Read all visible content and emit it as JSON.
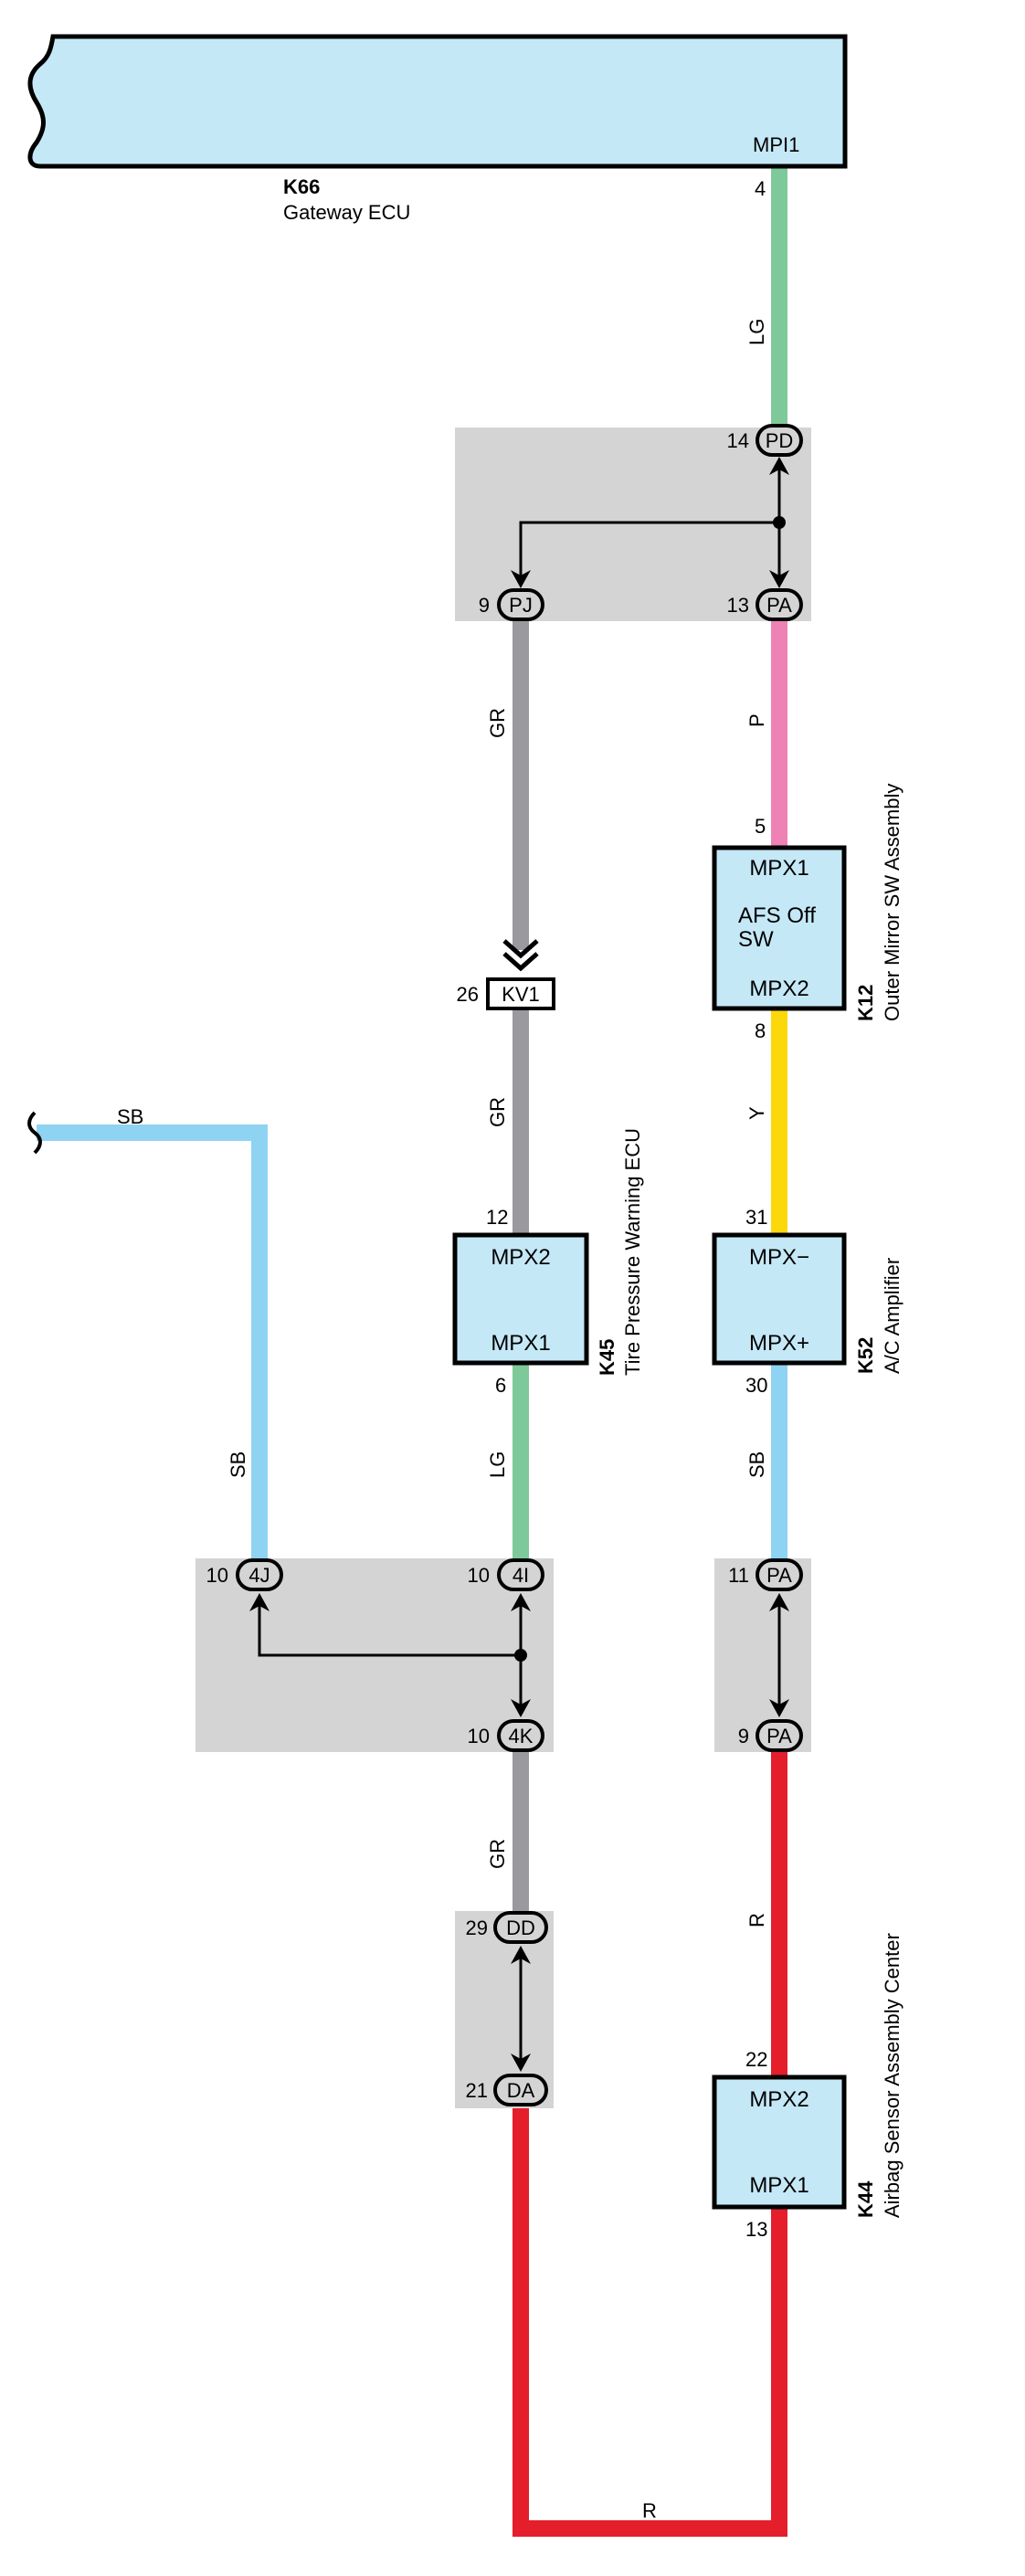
{
  "ecu": {
    "id": "K66",
    "name": "Gateway ECU",
    "pin_label": "MPI1",
    "pin": "4"
  },
  "junction_top": {
    "pd": {
      "pin": "14",
      "label": "PD"
    },
    "pj": {
      "pin": "9",
      "label": "PJ"
    },
    "pa": {
      "pin": "13",
      "label": "PA"
    }
  },
  "wires": {
    "lg_top": "LG",
    "gr_left": "GR",
    "p_right": "P",
    "gr_mid": "GR",
    "y_right": "Y",
    "sb_top": "SB",
    "sb_left": "SB",
    "lg_mid": "LG",
    "sb_right": "SB",
    "gr_low": "GR",
    "r_right": "R",
    "r_bottom": "R"
  },
  "outer_mirror": {
    "id": "K12",
    "name": "Outer Mirror SW Assembly",
    "pin_top": "5",
    "pin_bottom": "8",
    "line1": "MPX1",
    "line2": "AFS Off",
    "line3": "SW",
    "line4": "MPX2"
  },
  "kv1": {
    "pin": "26",
    "label": "KV1"
  },
  "tire_ecu": {
    "id": "K45",
    "name": "Tire Pressure Warning ECU",
    "pin_top": "12",
    "pin_bottom": "6",
    "line1": "MPX2",
    "line2": "MPX1"
  },
  "ac_amp": {
    "id": "K52",
    "name": "A/C Amplifier",
    "pin_top": "31",
    "pin_bottom": "30",
    "line1": "MPX−",
    "line2": "MPX+"
  },
  "junction_mid": {
    "j4j": {
      "pin": "10",
      "label": "4J"
    },
    "j4i": {
      "pin": "10",
      "label": "4I"
    },
    "j4k": {
      "pin": "10",
      "label": "4K"
    }
  },
  "junction_right": {
    "pa_top": {
      "pin": "11",
      "label": "PA"
    },
    "pa_bot": {
      "pin": "9",
      "label": "PA"
    }
  },
  "junction_low": {
    "dd": {
      "pin": "29",
      "label": "DD"
    },
    "da": {
      "pin": "21",
      "label": "DA"
    }
  },
  "airbag": {
    "id": "K44",
    "name": "Airbag Sensor Assembly Center",
    "pin_top": "22",
    "pin_bottom": "13",
    "line1": "MPX2",
    "line2": "MPX1"
  },
  "colors": {
    "box_fill": "#c5e8f7",
    "junction_fill": "#d4d4d4",
    "wire_lg": "#7ec99a",
    "wire_gr": "#9a9a9e",
    "wire_p": "#ee82b5",
    "wire_y": "#fcd80b",
    "wire_sb": "#8fd3f3",
    "wire_r": "#e41e2b"
  }
}
